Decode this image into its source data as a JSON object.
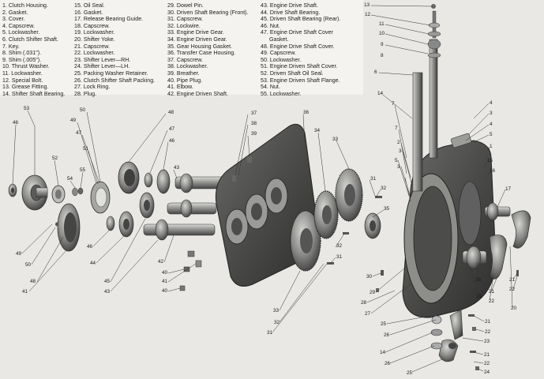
{
  "legend": {
    "columns": [
      [
        "1. Clutch Housing.",
        "2. Gasket.",
        "3. Cover.",
        "4. Capscrew.",
        "5. Lockwasher.",
        "6. Clutch Shifter Shaft.",
        "7. Key.",
        "8. Shim (.031\").",
        "9. Shim (.005\").",
        "10. Thrust Washer.",
        "11. Lockwasher.",
        "12. Special Bolt.",
        "13. Grease Fitting.",
        "14. Shifter Shaft Bearing."
      ],
      [
        "15. Oil Seal.",
        "16. Gasket.",
        "17. Release Bearing Guide.",
        "18. Capscrew.",
        "19. Lockwasher.",
        "20. Shifter Yoke.",
        "21. Capscrew.",
        "22. Lockwasher.",
        "23. Shifter Lever—RH.",
        "24. Shifter Lever—LH.",
        "25. Packing Washer Retainer.",
        "26. Clutch Shifter Shaft Packing.",
        "27. Lock Ring.",
        "28. Plug."
      ],
      [
        "29. Dowel Pin.",
        "30. Driven Shaft Bearing (Front).",
        "31. Capscrew.",
        "32. Lockwire.",
        "33. Engine Drive Gear.",
        "34. Engine Driven Gear.",
        "35. Gear Housing Gasket.",
        "36. Transfer Case Housing.",
        "37. Capscrew.",
        "38. Lockwasher.",
        "39. Breather.",
        "40. Pipe Plug.",
        "41. Elbow.",
        "42. Engine Driven Shaft."
      ],
      [
        "43. Engine Drive Shaft.",
        "44. Drive Shaft Bearing.",
        "45. Driven Shaft Bearing (Rear).",
        "46. Nut.",
        "47. Engine Drive Shaft Cover",
        "Gasket.",
        "48. Engine Drive Shaft Cover.",
        "49. Capscrew.",
        "50. Lockwasher.",
        "51. Engine Driven Shaft Cover.",
        "52. Driven Shaft Oil Seal.",
        "53. Engine Driven Shaft Flange.",
        "54. Nut.",
        "55. Lockwasher."
      ]
    ]
  },
  "callouts": [
    {
      "id": "c1",
      "text": "53"
    },
    {
      "id": "c2",
      "text": "46"
    },
    {
      "id": "c3",
      "text": "52"
    },
    {
      "id": "c4",
      "text": "54"
    },
    {
      "id": "c5",
      "text": "55"
    },
    {
      "id": "c6",
      "text": "50"
    },
    {
      "id": "c7",
      "text": "49"
    },
    {
      "id": "c8",
      "text": "47"
    },
    {
      "id": "c9",
      "text": "51"
    },
    {
      "id": "c10",
      "text": "48"
    },
    {
      "id": "c11",
      "text": "47"
    },
    {
      "id": "c12",
      "text": "46"
    },
    {
      "id": "c13",
      "text": "43"
    },
    {
      "id": "c14",
      "text": "37"
    },
    {
      "id": "c15",
      "text": "38"
    },
    {
      "id": "c16",
      "text": "39"
    },
    {
      "id": "c17",
      "text": "36"
    },
    {
      "id": "c18",
      "text": "34"
    },
    {
      "id": "c19",
      "text": "33"
    },
    {
      "id": "c20",
      "text": "31"
    },
    {
      "id": "c21",
      "text": "32"
    },
    {
      "id": "c22",
      "text": "35"
    },
    {
      "id": "c23",
      "text": "49"
    },
    {
      "id": "c24",
      "text": "50"
    },
    {
      "id": "c25",
      "text": "48"
    },
    {
      "id": "c26",
      "text": "41"
    },
    {
      "id": "c27",
      "text": "46"
    },
    {
      "id": "c28",
      "text": "44"
    },
    {
      "id": "c29",
      "text": "45"
    },
    {
      "id": "c30",
      "text": "43"
    },
    {
      "id": "c31",
      "text": "42"
    },
    {
      "id": "c32",
      "text": "40"
    },
    {
      "id": "c33",
      "text": "41"
    },
    {
      "id": "c34",
      "text": "40"
    },
    {
      "id": "c35",
      "text": "33"
    },
    {
      "id": "c36",
      "text": "32"
    },
    {
      "id": "c37",
      "text": "31"
    },
    {
      "id": "c38",
      "text": "32"
    },
    {
      "id": "c39",
      "text": "31"
    },
    {
      "id": "c40",
      "text": "13"
    },
    {
      "id": "c41",
      "text": "12"
    },
    {
      "id": "c42",
      "text": "11"
    },
    {
      "id": "c43",
      "text": "10"
    },
    {
      "id": "c44",
      "text": "9"
    },
    {
      "id": "c45",
      "text": "8"
    },
    {
      "id": "c46",
      "text": "6"
    },
    {
      "id": "c47",
      "text": "14"
    },
    {
      "id": "c48",
      "text": "7"
    },
    {
      "id": "c49",
      "text": "4"
    },
    {
      "id": "c50",
      "text": "3"
    },
    {
      "id": "c51",
      "text": "1"
    },
    {
      "id": "c52",
      "text": "7"
    },
    {
      "id": "c53",
      "text": "4"
    },
    {
      "id": "c54",
      "text": "5"
    },
    {
      "id": "c55",
      "text": "2"
    },
    {
      "id": "c56",
      "text": "3"
    },
    {
      "id": "c57",
      "text": "5"
    },
    {
      "id": "c58",
      "text": "3"
    },
    {
      "id": "c59",
      "text": "15"
    },
    {
      "id": "c60",
      "text": "16"
    },
    {
      "id": "c61",
      "text": "17"
    },
    {
      "id": "c62",
      "text": "18"
    },
    {
      "id": "c63",
      "text": "19"
    },
    {
      "id": "c64",
      "text": "20"
    },
    {
      "id": "c65",
      "text": "21"
    },
    {
      "id": "c66",
      "text": "22"
    },
    {
      "id": "c67",
      "text": "23"
    },
    {
      "id": "c68",
      "text": "21"
    },
    {
      "id": "c69",
      "text": "22"
    },
    {
      "id": "c70",
      "text": "21"
    },
    {
      "id": "c71",
      "text": "22"
    },
    {
      "id": "c72",
      "text": "24"
    },
    {
      "id": "c73",
      "text": "25"
    },
    {
      "id": "c74",
      "text": "26"
    },
    {
      "id": "c75",
      "text": "14"
    },
    {
      "id": "c76",
      "text": "26"
    },
    {
      "id": "c77",
      "text": "25"
    },
    {
      "id": "c78",
      "text": "27"
    },
    {
      "id": "c79",
      "text": "28"
    },
    {
      "id": "c80",
      "text": "29"
    },
    {
      "id": "c81",
      "text": "30"
    },
    {
      "id": "c82",
      "text": "21"
    },
    {
      "id": "c83",
      "text": "22"
    }
  ],
  "colors": {
    "background": "#e9e8e4",
    "legend_background": "#f4f3ef",
    "metal_dark": "#3f3f3f",
    "metal_mid": "#7c7c7c",
    "metal_light": "#b9b9b7",
    "leader_line": "#333333"
  }
}
